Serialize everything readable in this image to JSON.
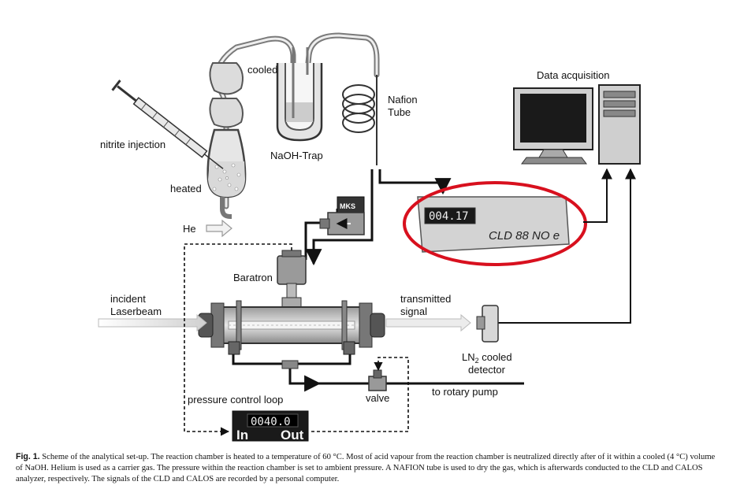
{
  "labels": {
    "cooled": "cooled",
    "naoh_trap": "NaOH-Trap",
    "nafion_1": "Nafion",
    "nafion_2": "Tube",
    "data_acq": "Data acquisition",
    "nitrite": "nitrite injection",
    "heated": "heated",
    "he": "He",
    "mks": "MKS",
    "cld_display": "004.17",
    "cld_name": "CLD 88 NO e",
    "baratron": "Baratron",
    "incident_1": "incident",
    "incident_2": "Laserbeam",
    "transmitted_1": "transmitted",
    "transmitted_2": "signal",
    "ln2_a": "LN",
    "ln2_sub": "2",
    "ln2_b": " cooled",
    "detector": "detector",
    "pcl": "pressure control loop",
    "controller_display": "0040.0",
    "controller_in": "In",
    "controller_out": "Out",
    "valve": "valve",
    "rotary": "to rotary pump"
  },
  "caption": {
    "label": "Fig. 1.",
    "text": "  Scheme of the analytical set-up. The reaction chamber is heated to a temperature of 60 °C. Most of acid vapour from the reaction chamber is neutralized directly after of it within a cooled (4 °C) volume of NaOH. Helium is used as a carrier gas. The pressure within the reaction chamber is set to ambient pressure. A NAFION tube is used to dry the gas, which is afterwards conducted to the CLD and CALOS analyzer, respectively. The signals of the CLD and CALOS are recorded by a personal computer."
  },
  "colors": {
    "highlight": "#d8101e",
    "line": "#111111",
    "glass": "#8a8a8a",
    "panel": "#cfcfcf"
  }
}
